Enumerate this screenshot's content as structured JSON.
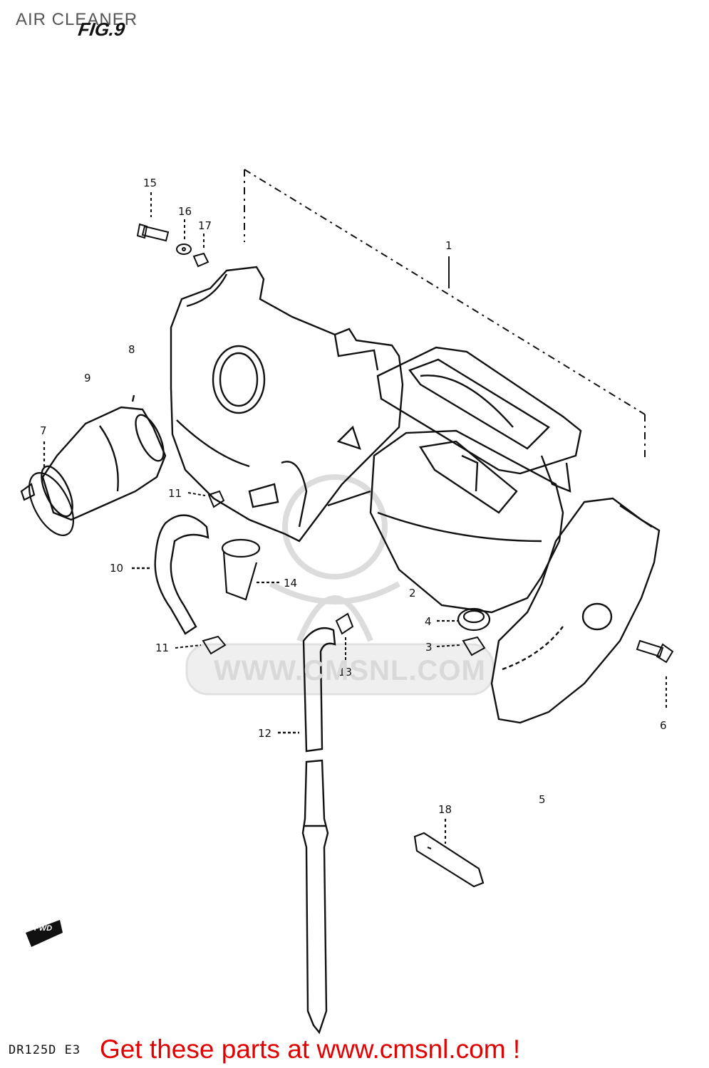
{
  "page": {
    "title": "AIR CLEANER",
    "figure": "FIG.9",
    "model_code": "DR125D E3",
    "cta": "Get these parts at www.cmsnl.com !",
    "watermark": "WWW.CMSNL.COM",
    "fwd_label": "FWD"
  },
  "callouts": [
    {
      "label": "15"
    },
    {
      "label": "16"
    },
    {
      "label": "17"
    },
    {
      "label": "1"
    },
    {
      "label": "8"
    },
    {
      "label": "9"
    },
    {
      "label": "7"
    },
    {
      "label": "11"
    },
    {
      "label": "10"
    },
    {
      "label": "14"
    },
    {
      "label": "11"
    },
    {
      "label": "2"
    },
    {
      "label": "4"
    },
    {
      "label": "3"
    },
    {
      "label": "13"
    },
    {
      "label": "6"
    },
    {
      "label": "12"
    },
    {
      "label": "5"
    },
    {
      "label": "18"
    }
  ],
  "colors": {
    "line": "#111111",
    "cta": "#e30000",
    "watermark": "#d9d9d9"
  }
}
